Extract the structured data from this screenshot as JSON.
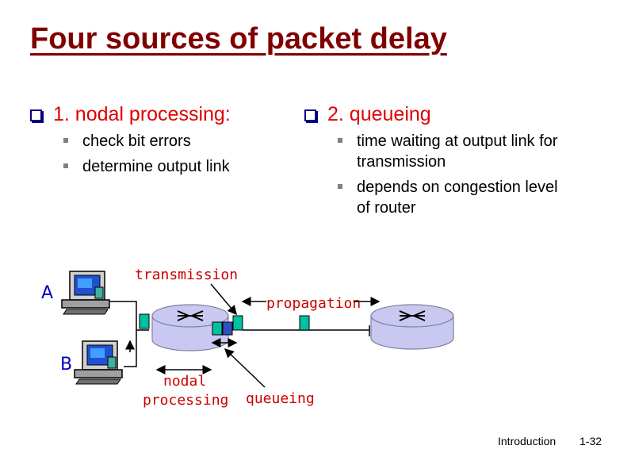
{
  "title": "Four sources of packet delay",
  "left": {
    "heading": "1. nodal processing:",
    "items": [
      "check bit errors",
      "determine output link"
    ]
  },
  "right": {
    "heading": "2. queueing",
    "items": [
      "time waiting at output link for transmission",
      "depends on congestion level of router"
    ]
  },
  "diagram": {
    "host_a": "A",
    "host_b": "B",
    "transmission": "transmission",
    "propagation": "propagation",
    "nodal": "nodal",
    "processing": "processing",
    "queueing": "queueing"
  },
  "footer": {
    "section": "Introduction",
    "page": "1-32"
  },
  "colors": {
    "title": "#800000",
    "heading": "#e00000",
    "label": "#cc0000",
    "packet": "#00c0a0",
    "packet_blue": "#3050c0",
    "router": "#c8c8f0"
  }
}
